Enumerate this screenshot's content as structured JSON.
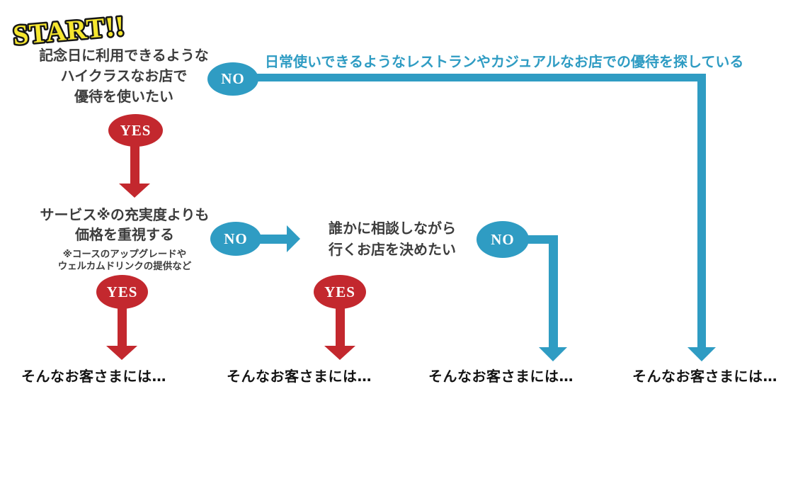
{
  "title": {
    "start": "START!!"
  },
  "colors": {
    "blue": "#2f9cc3",
    "red": "#c3282e",
    "yellow": "#f6e72f",
    "box_text": "#3d3d3d",
    "outcome_text": "#141414"
  },
  "nodes": {
    "q1": {
      "lines": [
        "記念日に利用できるような",
        "ハイクラスなお店で",
        "優待を使いたい"
      ]
    },
    "q2": {
      "lines": [
        "サービス※の充実度よりも",
        "価格を重視する"
      ],
      "notes": [
        "※コースのアップグレードや",
        "ウェルカムドリンクの提供など"
      ]
    },
    "q3": {
      "lines": [
        "誰かに相談しながら",
        "行くお店を決めたい"
      ]
    }
  },
  "badges": {
    "yes": "YES",
    "no": "NO"
  },
  "captions": {
    "no_branch_top": "日常使いできるようなレストランやカジュアルなお店での優待を探している"
  },
  "outcomes": {
    "text": "そんなお客さまには…"
  }
}
